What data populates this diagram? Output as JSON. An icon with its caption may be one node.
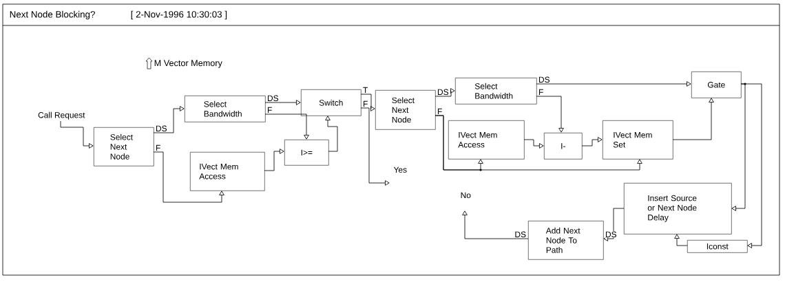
{
  "diagram": {
    "title": "Next Node Blocking?",
    "nodes": [
      {
        "text": [
          "Call Request"
        ]
      },
      {
        "text": [
          "Select Next Node"
        ]
      },
      {
        "text": [
          "Select Bandwidth"
        ]
      },
      {
        "text": [
          "IVect Mem Access"
        ]
      },
      {
        "text": [
          "I>="
        ]
      },
      {
        "text": [
          "Switch"
        ]
      },
      {
        "text": [
          "Yes"
        ]
      },
      {
        "text": [
          "Select Next Node"
        ]
      },
      {
        "text": [
          "Select Bandwidth"
        ]
      },
      {
        "text": [
          "IVect Mem Access"
        ]
      },
      {
        "text": [
          "I-"
        ]
      },
      {
        "text": [
          "IVect Mem Set"
        ]
      },
      {
        "text": [
          "Gate"
        ]
      },
      {
        "text": [
          "No"
        ]
      },
      {
        "text": [
          "Add Next Node To Path"
        ]
      },
      {
        "text": [
          "Insert Source or Next Node Delay"
        ]
      },
      {
        "text": [
          "Iconst"
        ]
      }
    ],
    "edges": [
      {
        "from": 0,
        "to": 1,
        "arrow": "to"
      },
      {
        "from": 1,
        "to": 2,
        "arrow": "to",
        "label": "DS"
      },
      {
        "from": 1,
        "to": 3,
        "arrow": "to",
        "label": "F"
      },
      {
        "from": 2,
        "to": 5,
        "arrow": "to",
        "label": "DS"
      },
      {
        "from": 2,
        "to": 4,
        "arrow": "to",
        "label": "F"
      },
      {
        "from": 3,
        "to": 4,
        "arrow": "to"
      },
      {
        "from": 4,
        "to": 5,
        "arrow": "to"
      },
      {
        "from": 5,
        "to": 7,
        "arrow": "to",
        "label": "T"
      },
      {
        "from": 5,
        "to": 6,
        "arrow": "to",
        "label": "F"
      },
      {
        "from": 7,
        "to": 8,
        "arrow": "to",
        "label": "DS"
      },
      {
        "from": 7,
        "to": 9,
        "arrow": "to",
        "label": "F"
      },
      {
        "from": 7,
        "to": 11,
        "arrow": "to"
      },
      {
        "from": 8,
        "to": 12,
        "arrow": "to",
        "label": "DS"
      },
      {
        "from": 8,
        "to": 10,
        "arrow": "to",
        "label": "F"
      },
      {
        "from": 9,
        "to": 10,
        "arrow": "to"
      },
      {
        "from": 10,
        "to": 11,
        "arrow": "to"
      },
      {
        "from": 11,
        "to": 12,
        "arrow": "to"
      },
      {
        "from": 12,
        "to": 15,
        "arrow": "to"
      },
      {
        "from": 12,
        "to": 16,
        "arrow": "to"
      },
      {
        "from": 16,
        "to": 15,
        "arrow": "to"
      },
      {
        "from": 15,
        "to": 14,
        "arrow": "to",
        "label": "DS"
      },
      {
        "from": 14,
        "to": 13,
        "arrow": "to",
        "label": "DS"
      }
    ],
    "labels": [
      "[ 2-Nov-1996 10:30:03 ]",
      "M Vector Memory"
    ]
  }
}
